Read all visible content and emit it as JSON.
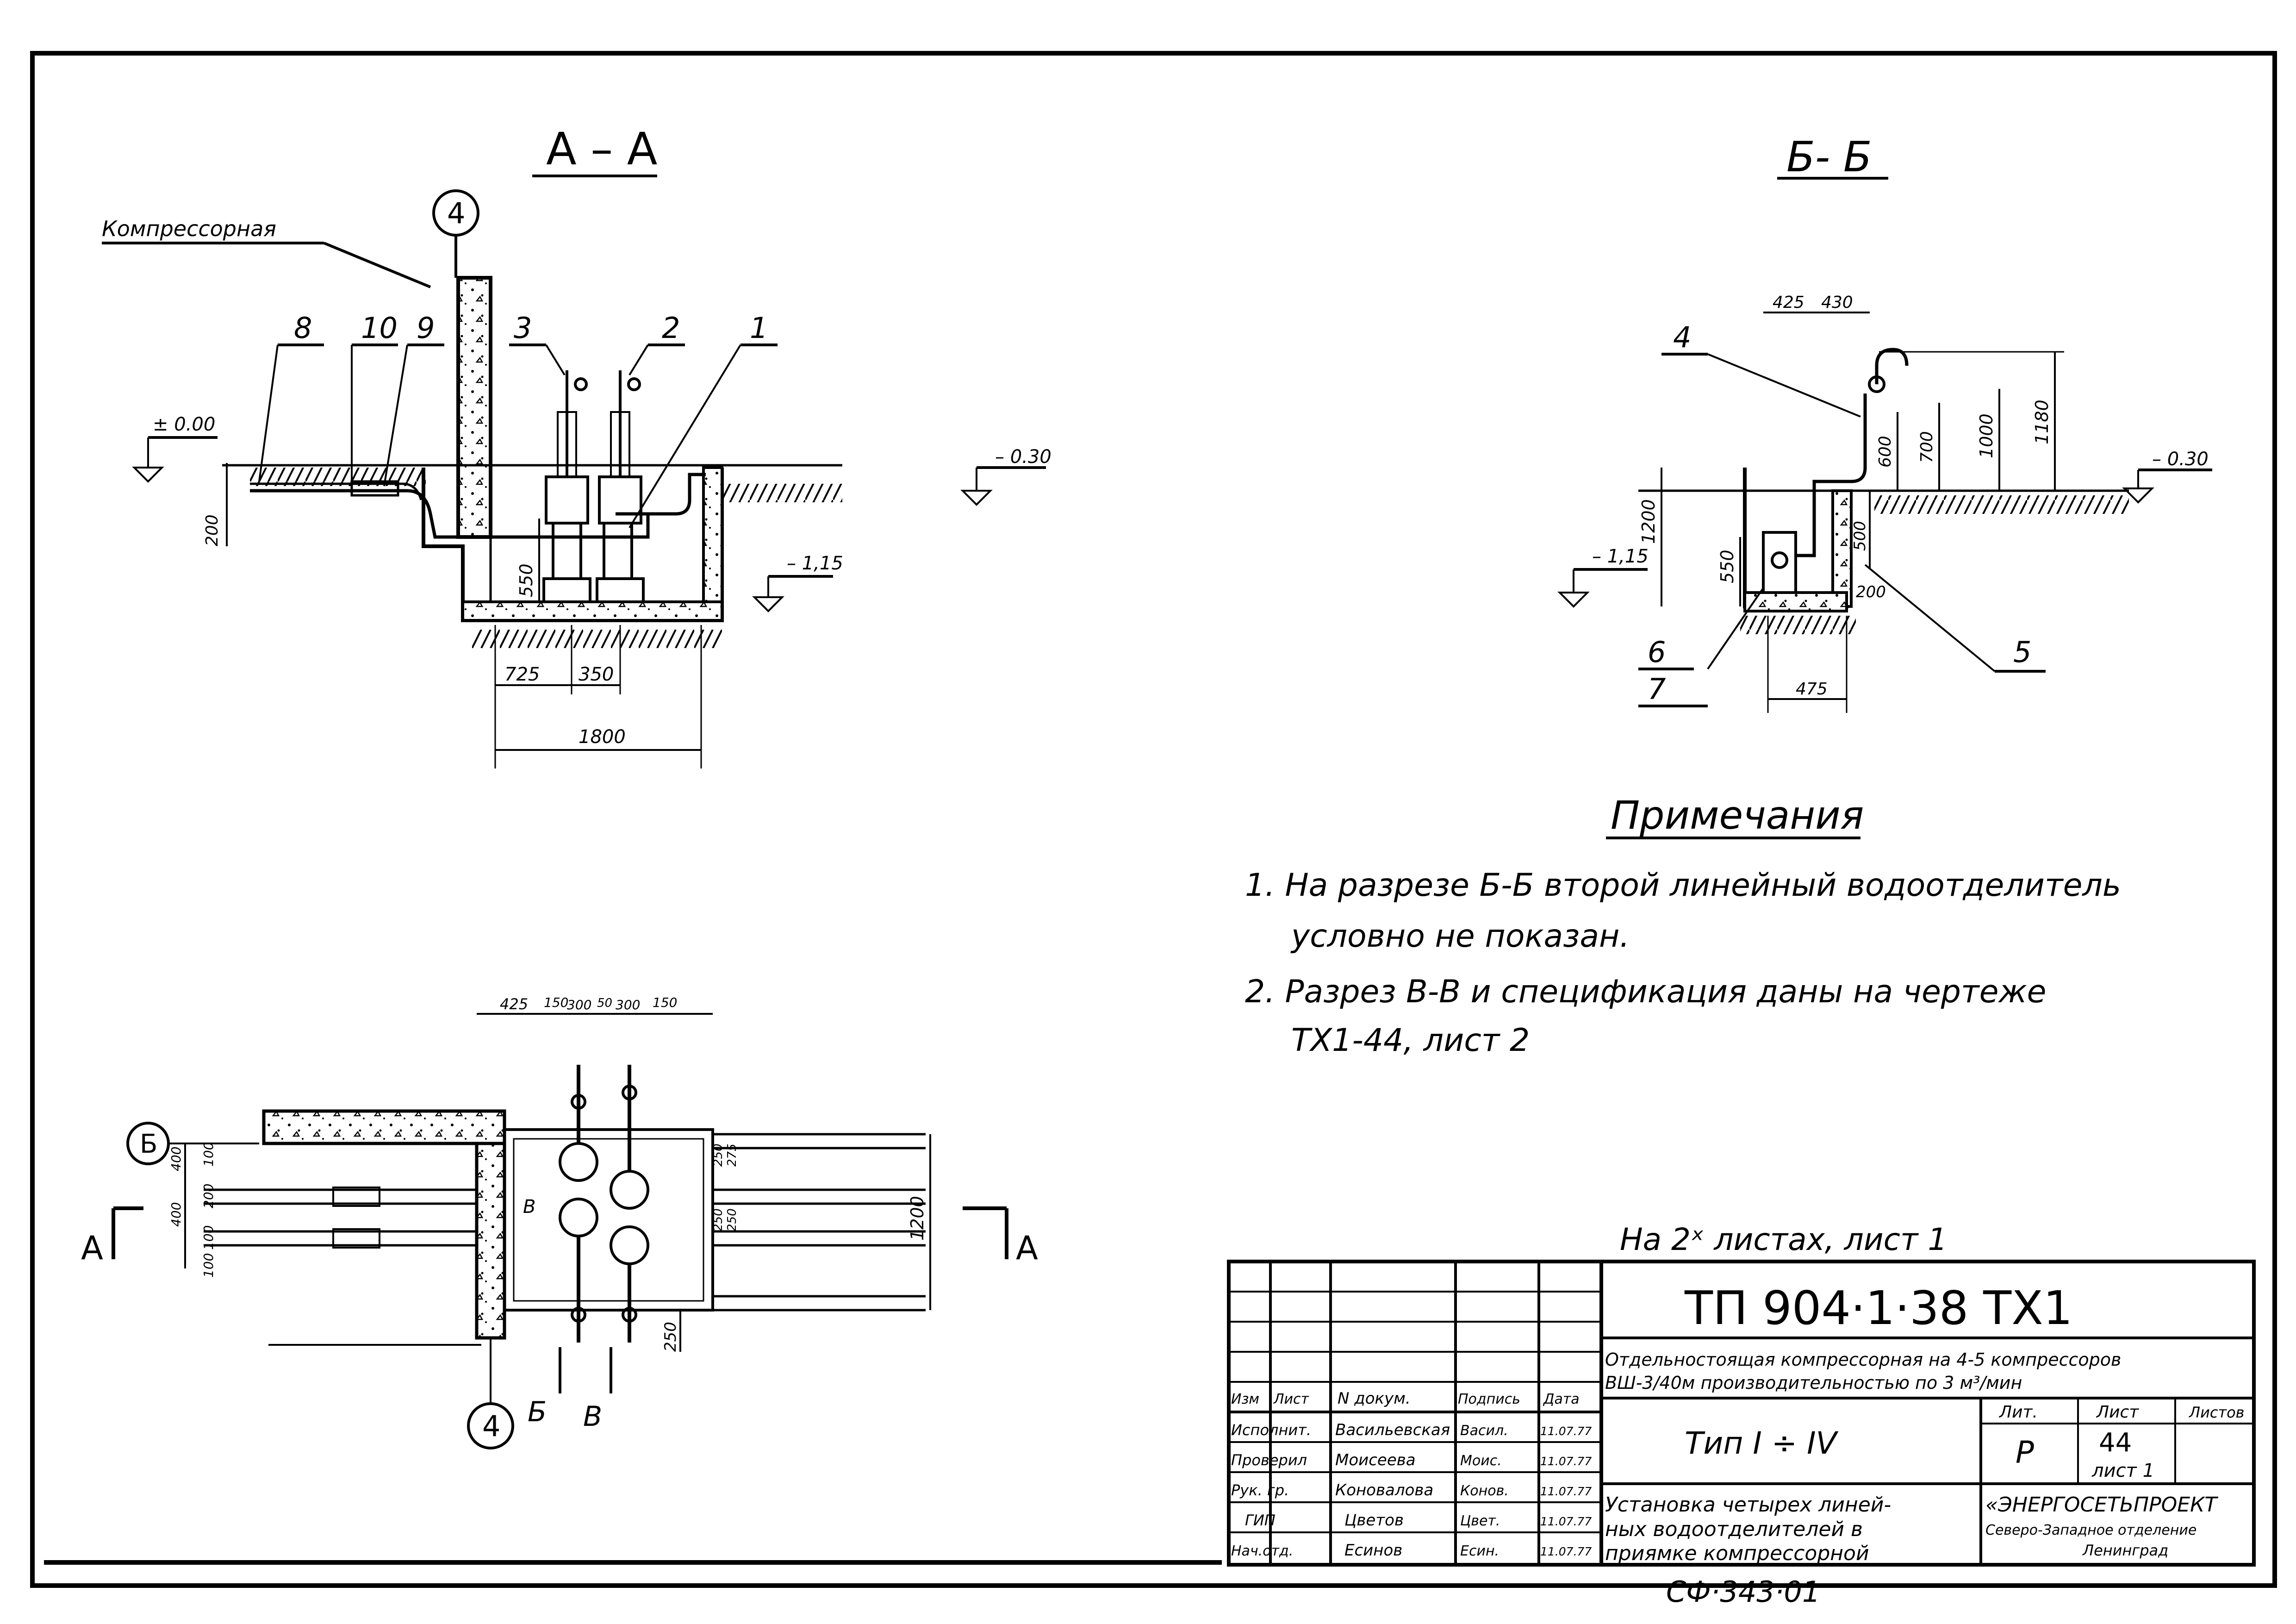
{
  "sections": {
    "aa": {
      "title": "А – А",
      "room_label": "Компрессорная",
      "axis": "4",
      "callouts": [
        "8",
        "10",
        "9",
        "3",
        "2",
        "1"
      ],
      "levels": [
        "± 0.00",
        "– 0.30",
        "– 1,15"
      ],
      "dims": [
        "200",
        "550",
        "725",
        "350",
        "1800"
      ]
    },
    "bb": {
      "title": "Б- Б",
      "callouts": [
        "4",
        "5",
        "6",
        "7"
      ],
      "levels": [
        "– 1,15",
        "– 0.30"
      ],
      "dims": [
        "425",
        "430",
        "1200",
        "550",
        "600",
        "700",
        "1000",
        "1180",
        "500",
        "200",
        "475"
      ]
    }
  },
  "plan": {
    "axis_b": "Б",
    "axis_4": "4",
    "cut_letter": "А",
    "cut_b": "Б",
    "cut_v": "В",
    "marker_v": "В",
    "top_dims": [
      "425",
      "150",
      "300",
      "50",
      "300",
      "150"
    ],
    "left_dims": [
      "100",
      "400",
      "200",
      "100",
      "400",
      "100"
    ],
    "right_dims": [
      "250",
      "275",
      "250",
      "250"
    ],
    "dim_1200": "1200",
    "dim_250": "250"
  },
  "notes": {
    "title": "Примечания",
    "line1": "1.  На разрезе Б-Б второй линейный водоотделитель",
    "line2": "условно не показан.",
    "line3": "2.  Разрез В-В и спецификация даны на чертеже",
    "line4": "ТХ1-44, лист 2"
  },
  "sheets_note": "На 2ˣ листах, лист 1",
  "title_block": {
    "code": "ТП  904·1·38   ТХ1",
    "desc1": "Отдельностоящая компрессорная на 4-5 компрессоров",
    "desc2": "ВШ-3/40м производительностью по 3 м³/мин",
    "type": "Тип I ÷ IV",
    "hdr_stage": "Лит.",
    "hdr_sheet": "Лист",
    "hdr_sheets": "Листов",
    "stage": "Р",
    "sheet_no": "44",
    "sheet_sub": "лист 1",
    "drawing_title1": "Установка четырех линей-",
    "drawing_title2": "ных водоотделителей в",
    "drawing_title3": "приямке компрессорной",
    "org1": "«ЭНЕРГОСЕТЬПРОЕКТ",
    "org2": "Северо-Западное отделение",
    "org3": "Ленинград",
    "hdr_change": "Изм",
    "hdr_list": "Лист",
    "hdr_doc": "N докум.",
    "hdr_sign": "Подпись",
    "hdr_date": "Дата",
    "roles": [
      "Исполнит.",
      "Проверил",
      "Рук. гр.",
      "ГИП",
      "Нач.отд."
    ],
    "names": [
      "Васильевская",
      "Моисеева",
      "Коновалова",
      "Цветов",
      "Есинов"
    ],
    "signs": [
      "Васил.",
      "Моис.",
      "Конов.",
      "Цвет.",
      "Есин."
    ],
    "dates": [
      "11.07.77",
      "11.07.77",
      "11.07.77",
      "11.07.77",
      "11.07.77"
    ]
  },
  "archive_no": "СФ·343·01"
}
